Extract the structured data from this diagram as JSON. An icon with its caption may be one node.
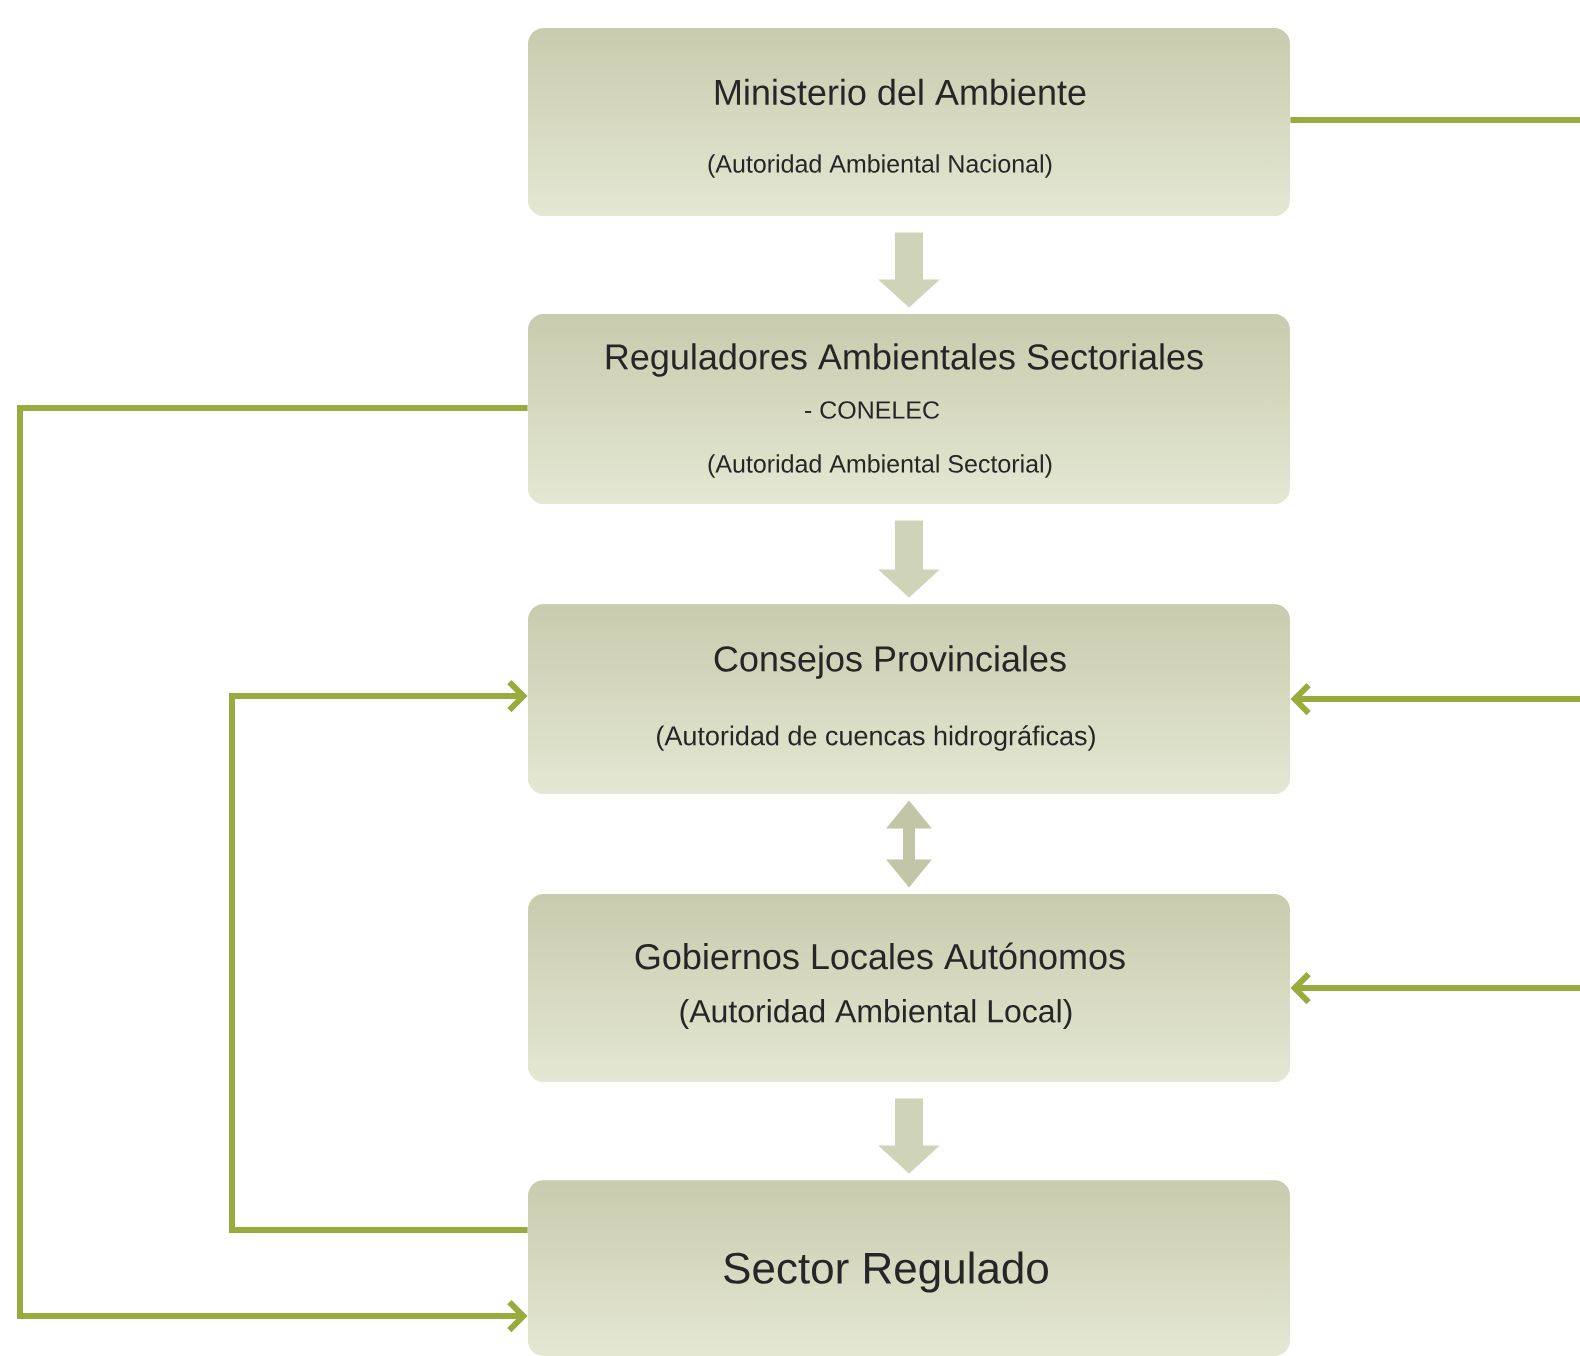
{
  "diagram": {
    "nodes": [
      {
        "text": [
          "Ministerio del Ambiente",
          "(Autoridad Ambiental Nacional)"
        ]
      },
      {
        "text": [
          "Reguladores Ambientales Sectoriales",
          "- CONELEC",
          "(Autoridad Ambiental Sectorial)"
        ]
      },
      {
        "text": [
          "Consejos Provinciales",
          "(Autoridad de cuencas hidrográficas)"
        ]
      },
      {
        "text": [
          "Gobiernos Locales Autónomos",
          "(Autoridad Ambiental Local)"
        ]
      },
      {
        "text": [
          "Sector Regulado"
        ]
      }
    ],
    "edges": [
      {
        "from": 0,
        "to": 1,
        "arrow": "to",
        "style": "thick",
        "color": "#cfd3b8"
      },
      {
        "from": 1,
        "to": 2,
        "arrow": "to",
        "style": "thick",
        "color": "#cfd3b8"
      },
      {
        "from": 2,
        "to": 3,
        "arrow": "both",
        "style": "thick",
        "color": "#c2c6a6"
      },
      {
        "from": 3,
        "to": 4,
        "arrow": "to",
        "style": "thick",
        "color": "#cfd3b8"
      },
      {
        "from": 1,
        "to": 4,
        "arrow": "to"
      },
      {
        "from": 4,
        "to": 2,
        "arrow": "to"
      },
      {
        "from": 0,
        "to": null,
        "arrow": "none"
      },
      {
        "from": null,
        "to": 2,
        "arrow": "to"
      },
      {
        "from": null,
        "to": 3,
        "arrow": "to"
      }
    ]
  }
}
